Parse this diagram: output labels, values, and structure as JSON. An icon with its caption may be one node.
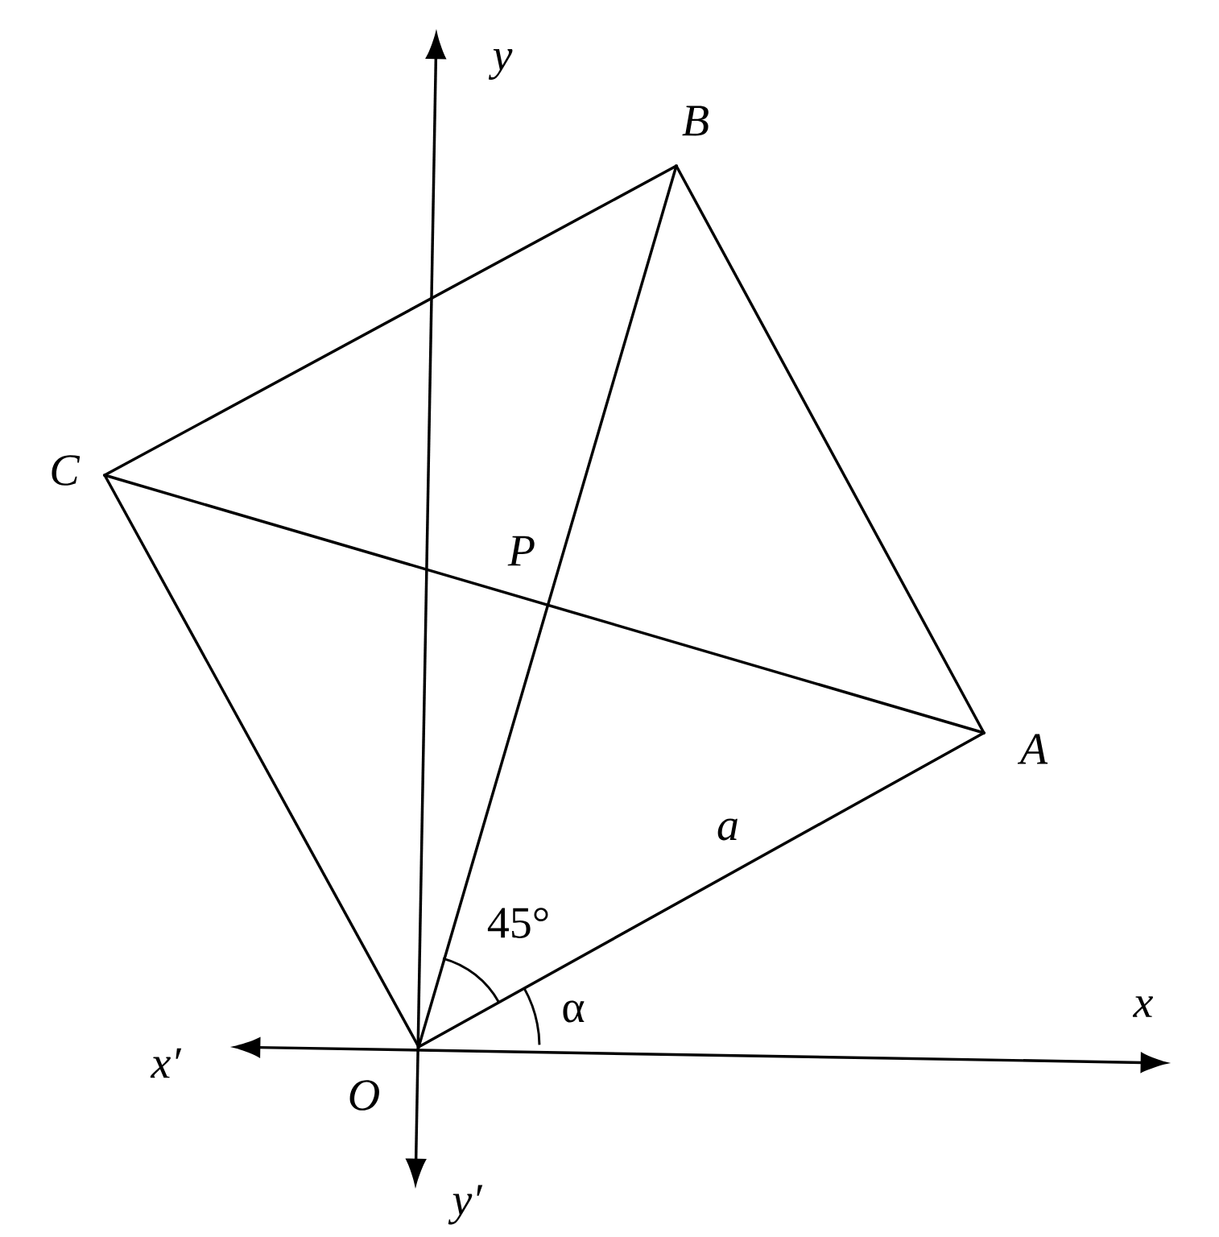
{
  "diagram": {
    "nodes": [
      {
        "text": [],
        "shape": "point",
        "beside": [
          "B"
        ]
      },
      {
        "text": [],
        "shape": "point",
        "beside": [
          "C"
        ]
      },
      {
        "text": [],
        "shape": "point",
        "beside": [
          "A"
        ]
      },
      {
        "text": [],
        "shape": "point",
        "beside": [
          "O"
        ]
      }
    ],
    "edges": [
      {
        "from": 3,
        "to": 2,
        "arrow": "none",
        "label": "a"
      },
      {
        "from": 2,
        "to": 0,
        "arrow": "none"
      },
      {
        "from": 0,
        "to": 1,
        "arrow": "none"
      },
      {
        "from": 1,
        "to": 3,
        "arrow": "none"
      },
      {
        "from": 3,
        "to": 0,
        "arrow": "none"
      },
      {
        "from": 1,
        "to": 2,
        "arrow": "none"
      }
    ],
    "labels": [
      "y",
      "P",
      "45°",
      "α",
      "x",
      "x′",
      "y′"
    ]
  }
}
